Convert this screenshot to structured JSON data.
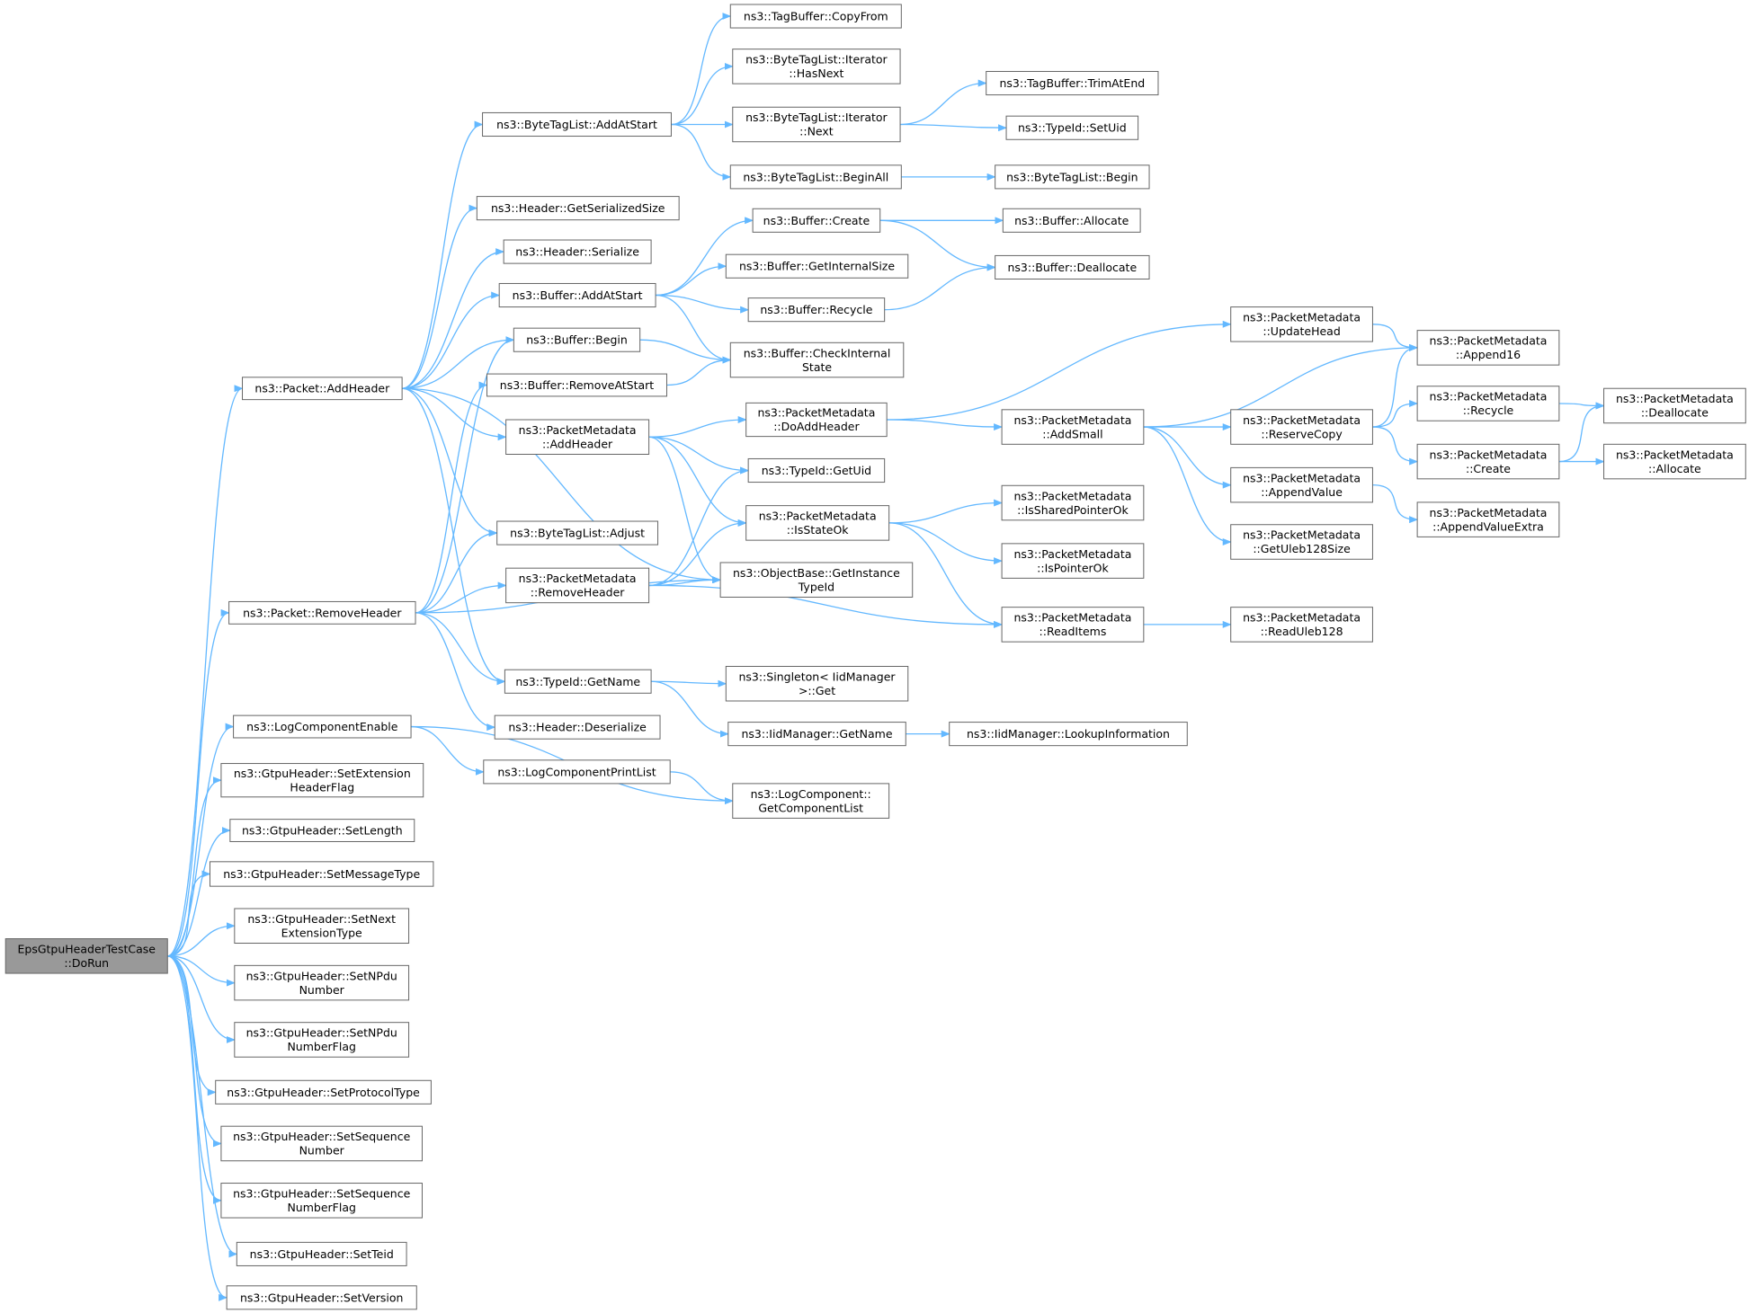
{
  "colors": {
    "edge": "#63b8ff",
    "node_border": "#666666",
    "node_fill": "#ffffff",
    "root_fill": "#999999"
  },
  "nodes": [
    {
      "id": "root",
      "lines": [
        "EpsGtpuHeaderTestCase",
        "::DoRun"
      ],
      "root": true
    },
    {
      "id": "pkt_addheader",
      "lines": [
        "ns3::Packet::AddHeader"
      ]
    },
    {
      "id": "pkt_removeheader",
      "lines": [
        "ns3::Packet::RemoveHeader"
      ]
    },
    {
      "id": "log_enable",
      "lines": [
        "ns3::LogComponentEnable"
      ]
    },
    {
      "id": "set_ext_flag",
      "lines": [
        "ns3::GtpuHeader::SetExtension",
        "HeaderFlag"
      ]
    },
    {
      "id": "set_length",
      "lines": [
        "ns3::GtpuHeader::SetLength"
      ]
    },
    {
      "id": "set_msg_type",
      "lines": [
        "ns3::GtpuHeader::SetMessageType"
      ]
    },
    {
      "id": "set_next_ext",
      "lines": [
        "ns3::GtpuHeader::SetNext",
        "ExtensionType"
      ]
    },
    {
      "id": "set_npdu_num",
      "lines": [
        "ns3::GtpuHeader::SetNPdu",
        "Number"
      ]
    },
    {
      "id": "set_npdu_flag",
      "lines": [
        "ns3::GtpuHeader::SetNPdu",
        "NumberFlag"
      ]
    },
    {
      "id": "set_proto",
      "lines": [
        "ns3::GtpuHeader::SetProtocolType"
      ]
    },
    {
      "id": "set_seq_num",
      "lines": [
        "ns3::GtpuHeader::SetSequence",
        "Number"
      ]
    },
    {
      "id": "set_seq_flag",
      "lines": [
        "ns3::GtpuHeader::SetSequence",
        "NumberFlag"
      ]
    },
    {
      "id": "set_teid",
      "lines": [
        "ns3::GtpuHeader::SetTeid"
      ]
    },
    {
      "id": "set_version",
      "lines": [
        "ns3::GtpuHeader::SetVersion"
      ]
    },
    {
      "id": "btl_addatstart",
      "lines": [
        "ns3::ByteTagList::AddAtStart"
      ]
    },
    {
      "id": "hdr_getsersize",
      "lines": [
        "ns3::Header::GetSerializedSize"
      ]
    },
    {
      "id": "hdr_serialize",
      "lines": [
        "ns3::Header::Serialize"
      ]
    },
    {
      "id": "buf_addatstart",
      "lines": [
        "ns3::Buffer::AddAtStart"
      ]
    },
    {
      "id": "buf_begin",
      "lines": [
        "ns3::Buffer::Begin"
      ]
    },
    {
      "id": "buf_removeatstart",
      "lines": [
        "ns3::Buffer::RemoveAtStart"
      ]
    },
    {
      "id": "pm_addheader",
      "lines": [
        "ns3::PacketMetadata",
        "::AddHeader"
      ]
    },
    {
      "id": "btl_adjust",
      "lines": [
        "ns3::ByteTagList::Adjust"
      ]
    },
    {
      "id": "pm_removeheader",
      "lines": [
        "ns3::PacketMetadata",
        "::RemoveHeader"
      ]
    },
    {
      "id": "typeid_getname",
      "lines": [
        "ns3::TypeId::GetName"
      ]
    },
    {
      "id": "hdr_deserialize",
      "lines": [
        "ns3::Header::Deserialize"
      ]
    },
    {
      "id": "log_printlist",
      "lines": [
        "ns3::LogComponentPrintList"
      ]
    },
    {
      "id": "tb_copyfrom",
      "lines": [
        "ns3::TagBuffer::CopyFrom"
      ]
    },
    {
      "id": "btl_it_hasnext",
      "lines": [
        "ns3::ByteTagList::Iterator",
        "::HasNext"
      ]
    },
    {
      "id": "btl_it_next",
      "lines": [
        "ns3::ByteTagList::Iterator",
        "::Next"
      ]
    },
    {
      "id": "btl_beginall",
      "lines": [
        "ns3::ByteTagList::BeginAll"
      ]
    },
    {
      "id": "buf_create",
      "lines": [
        "ns3::Buffer::Create"
      ]
    },
    {
      "id": "buf_getinternalsize",
      "lines": [
        "ns3::Buffer::GetInternalSize"
      ]
    },
    {
      "id": "buf_recycle",
      "lines": [
        "ns3::Buffer::Recycle"
      ]
    },
    {
      "id": "buf_checkinternal",
      "lines": [
        "ns3::Buffer::CheckInternal",
        "State"
      ]
    },
    {
      "id": "pm_doaddheader",
      "lines": [
        "ns3::PacketMetadata",
        "::DoAddHeader"
      ]
    },
    {
      "id": "typeid_getuid",
      "lines": [
        "ns3::TypeId::GetUid"
      ]
    },
    {
      "id": "pm_isstateok",
      "lines": [
        "ns3::PacketMetadata",
        "::IsStateOk"
      ]
    },
    {
      "id": "ob_getinstancetypeid",
      "lines": [
        "ns3::ObjectBase::GetInstance",
        "TypeId"
      ]
    },
    {
      "id": "singleton_get",
      "lines": [
        "ns3::Singleton< IidManager",
        ">::Get"
      ]
    },
    {
      "id": "iid_getname",
      "lines": [
        "ns3::IidManager::GetName"
      ]
    },
    {
      "id": "log_getcomplist",
      "lines": [
        "ns3::LogComponent::",
        "GetComponentList"
      ]
    },
    {
      "id": "tb_trimatend",
      "lines": [
        "ns3::TagBuffer::TrimAtEnd"
      ]
    },
    {
      "id": "typeid_setuid",
      "lines": [
        "ns3::TypeId::SetUid"
      ]
    },
    {
      "id": "btl_begin",
      "lines": [
        "ns3::ByteTagList::Begin"
      ]
    },
    {
      "id": "buf_allocate",
      "lines": [
        "ns3::Buffer::Allocate"
      ]
    },
    {
      "id": "buf_deallocate",
      "lines": [
        "ns3::Buffer::Deallocate"
      ]
    },
    {
      "id": "pm_addsmall",
      "lines": [
        "ns3::PacketMetadata",
        "::AddSmall"
      ]
    },
    {
      "id": "pm_issharedptrok",
      "lines": [
        "ns3::PacketMetadata",
        "::IsSharedPointerOk"
      ]
    },
    {
      "id": "pm_isptrok",
      "lines": [
        "ns3::PacketMetadata",
        "::IsPointerOk"
      ]
    },
    {
      "id": "pm_readitems",
      "lines": [
        "ns3::PacketMetadata",
        "::ReadItems"
      ]
    },
    {
      "id": "iid_lookupinfo",
      "lines": [
        "ns3::IidManager::LookupInformation"
      ]
    },
    {
      "id": "pm_updatehead",
      "lines": [
        "ns3::PacketMetadata",
        "::UpdateHead"
      ]
    },
    {
      "id": "pm_reservecopy",
      "lines": [
        "ns3::PacketMetadata",
        "::ReserveCopy"
      ]
    },
    {
      "id": "pm_appendvalue",
      "lines": [
        "ns3::PacketMetadata",
        "::AppendValue"
      ]
    },
    {
      "id": "pm_getuleb128size",
      "lines": [
        "ns3::PacketMetadata",
        "::GetUleb128Size"
      ]
    },
    {
      "id": "pm_readuleb128",
      "lines": [
        "ns3::PacketMetadata",
        "::ReadUleb128"
      ]
    },
    {
      "id": "pm_append16",
      "lines": [
        "ns3::PacketMetadata",
        "::Append16"
      ]
    },
    {
      "id": "pm_recycle",
      "lines": [
        "ns3::PacketMetadata",
        "::Recycle"
      ]
    },
    {
      "id": "pm_create",
      "lines": [
        "ns3::PacketMetadata",
        "::Create"
      ]
    },
    {
      "id": "pm_appendvalueextra",
      "lines": [
        "ns3::PacketMetadata",
        "::AppendValueExtra"
      ]
    },
    {
      "id": "pm_deallocate",
      "lines": [
        "ns3::PacketMetadata",
        "::Deallocate"
      ]
    },
    {
      "id": "pm_allocate",
      "lines": [
        "ns3::PacketMetadata",
        "::Allocate"
      ]
    }
  ],
  "edges": [
    [
      "root",
      "pkt_addheader"
    ],
    [
      "root",
      "pkt_removeheader"
    ],
    [
      "root",
      "log_enable"
    ],
    [
      "root",
      "set_ext_flag"
    ],
    [
      "root",
      "set_length"
    ],
    [
      "root",
      "set_msg_type"
    ],
    [
      "root",
      "set_next_ext"
    ],
    [
      "root",
      "set_npdu_num"
    ],
    [
      "root",
      "set_npdu_flag"
    ],
    [
      "root",
      "set_proto"
    ],
    [
      "root",
      "set_seq_num"
    ],
    [
      "root",
      "set_seq_flag"
    ],
    [
      "root",
      "set_teid"
    ],
    [
      "root",
      "set_version"
    ],
    [
      "pkt_addheader",
      "btl_addatstart"
    ],
    [
      "pkt_addheader",
      "hdr_getsersize"
    ],
    [
      "pkt_addheader",
      "hdr_serialize"
    ],
    [
      "pkt_addheader",
      "buf_addatstart"
    ],
    [
      "pkt_addheader",
      "buf_begin"
    ],
    [
      "pkt_addheader",
      "pm_addheader"
    ],
    [
      "pkt_addheader",
      "btl_adjust"
    ],
    [
      "pkt_addheader",
      "ob_getinstancetypeid"
    ],
    [
      "pkt_addheader",
      "typeid_getname"
    ],
    [
      "pkt_removeheader",
      "buf_removeatstart"
    ],
    [
      "pkt_removeheader",
      "buf_begin"
    ],
    [
      "pkt_removeheader",
      "btl_adjust"
    ],
    [
      "pkt_removeheader",
      "pm_removeheader"
    ],
    [
      "pkt_removeheader",
      "ob_getinstancetypeid"
    ],
    [
      "pkt_removeheader",
      "typeid_getname"
    ],
    [
      "pkt_removeheader",
      "hdr_deserialize"
    ],
    [
      "log_enable",
      "log_printlist"
    ],
    [
      "log_enable",
      "log_getcomplist"
    ],
    [
      "log_printlist",
      "log_getcomplist"
    ],
    [
      "btl_addatstart",
      "tb_copyfrom"
    ],
    [
      "btl_addatstart",
      "btl_it_hasnext"
    ],
    [
      "btl_addatstart",
      "btl_it_next"
    ],
    [
      "btl_addatstart",
      "btl_beginall"
    ],
    [
      "btl_it_next",
      "tb_trimatend"
    ],
    [
      "btl_it_next",
      "typeid_setuid"
    ],
    [
      "btl_beginall",
      "btl_begin"
    ],
    [
      "buf_addatstart",
      "buf_create"
    ],
    [
      "buf_addatstart",
      "buf_getinternalsize"
    ],
    [
      "buf_addatstart",
      "buf_recycle"
    ],
    [
      "buf_addatstart",
      "buf_checkinternal"
    ],
    [
      "buf_create",
      "buf_allocate"
    ],
    [
      "buf_create",
      "buf_deallocate"
    ],
    [
      "buf_recycle",
      "buf_deallocate"
    ],
    [
      "buf_begin",
      "buf_checkinternal"
    ],
    [
      "buf_removeatstart",
      "buf_checkinternal"
    ],
    [
      "pm_addheader",
      "pm_doaddheader"
    ],
    [
      "pm_addheader",
      "typeid_getuid"
    ],
    [
      "pm_addheader",
      "pm_isstateok"
    ],
    [
      "pm_addheader",
      "ob_getinstancetypeid"
    ],
    [
      "pm_removeheader",
      "typeid_getuid"
    ],
    [
      "pm_removeheader",
      "pm_isstateok"
    ],
    [
      "pm_removeheader",
      "ob_getinstancetypeid"
    ],
    [
      "pm_removeheader",
      "pm_readitems"
    ],
    [
      "pm_doaddheader",
      "pm_updatehead"
    ],
    [
      "pm_doaddheader",
      "pm_addsmall"
    ],
    [
      "pm_isstateok",
      "pm_issharedptrok"
    ],
    [
      "pm_isstateok",
      "pm_isptrok"
    ],
    [
      "pm_isstateok",
      "pm_readitems"
    ],
    [
      "typeid_getname",
      "singleton_get"
    ],
    [
      "typeid_getname",
      "iid_getname"
    ],
    [
      "iid_getname",
      "iid_lookupinfo"
    ],
    [
      "pm_addsmall",
      "pm_append16"
    ],
    [
      "pm_addsmall",
      "pm_reservecopy"
    ],
    [
      "pm_addsmall",
      "pm_appendvalue"
    ],
    [
      "pm_addsmall",
      "pm_getuleb128size"
    ],
    [
      "pm_updatehead",
      "pm_append16"
    ],
    [
      "pm_reservecopy",
      "pm_append16"
    ],
    [
      "pm_reservecopy",
      "pm_recycle"
    ],
    [
      "pm_reservecopy",
      "pm_create"
    ],
    [
      "pm_appendvalue",
      "pm_appendvalueextra"
    ],
    [
      "pm_readitems",
      "pm_readuleb128"
    ],
    [
      "pm_recycle",
      "pm_deallocate"
    ],
    [
      "pm_create",
      "pm_deallocate"
    ],
    [
      "pm_create",
      "pm_allocate"
    ]
  ]
}
